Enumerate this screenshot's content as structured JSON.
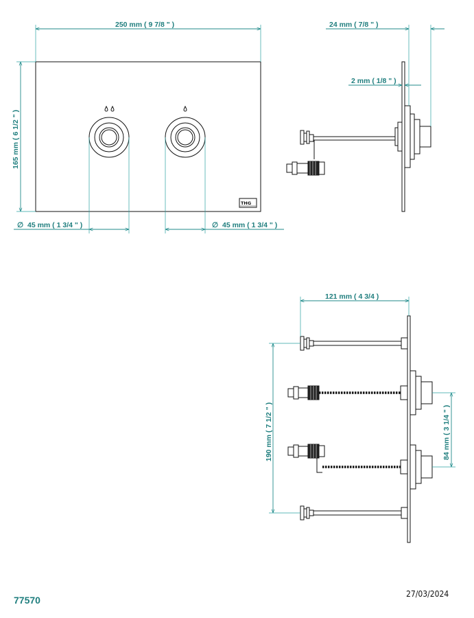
{
  "product_code": "77570",
  "date": "27/03/2024",
  "brand_logo": "THG",
  "icons": {
    "double_flush": "double-drop-icon",
    "single_flush": "single-drop-icon"
  },
  "dimensions": {
    "plate_width": "250 mm  ( 9 7/8 \" )",
    "plate_height": "165 mm  ( 6 1/2 \" )",
    "button_diameter_left": "45 mm  ( 1 3/4 \" )",
    "button_diameter_right": "45 mm  ( 1 3/4 \" )",
    "diameter_symbol": "∅",
    "total_depth": "24 mm  ( 7/8 \" )",
    "plate_thickness": "2 mm  ( 1/8 \" )",
    "rod_length": "121 mm  ( 4 3/4 )",
    "rod_spacing": "190 mm  ( 7 1/2 \" )",
    "button_spacing": "84 mm  ( 3 1/4 \" )"
  },
  "colors": {
    "dimension": "#1f7e7e",
    "outline": "#111111"
  }
}
